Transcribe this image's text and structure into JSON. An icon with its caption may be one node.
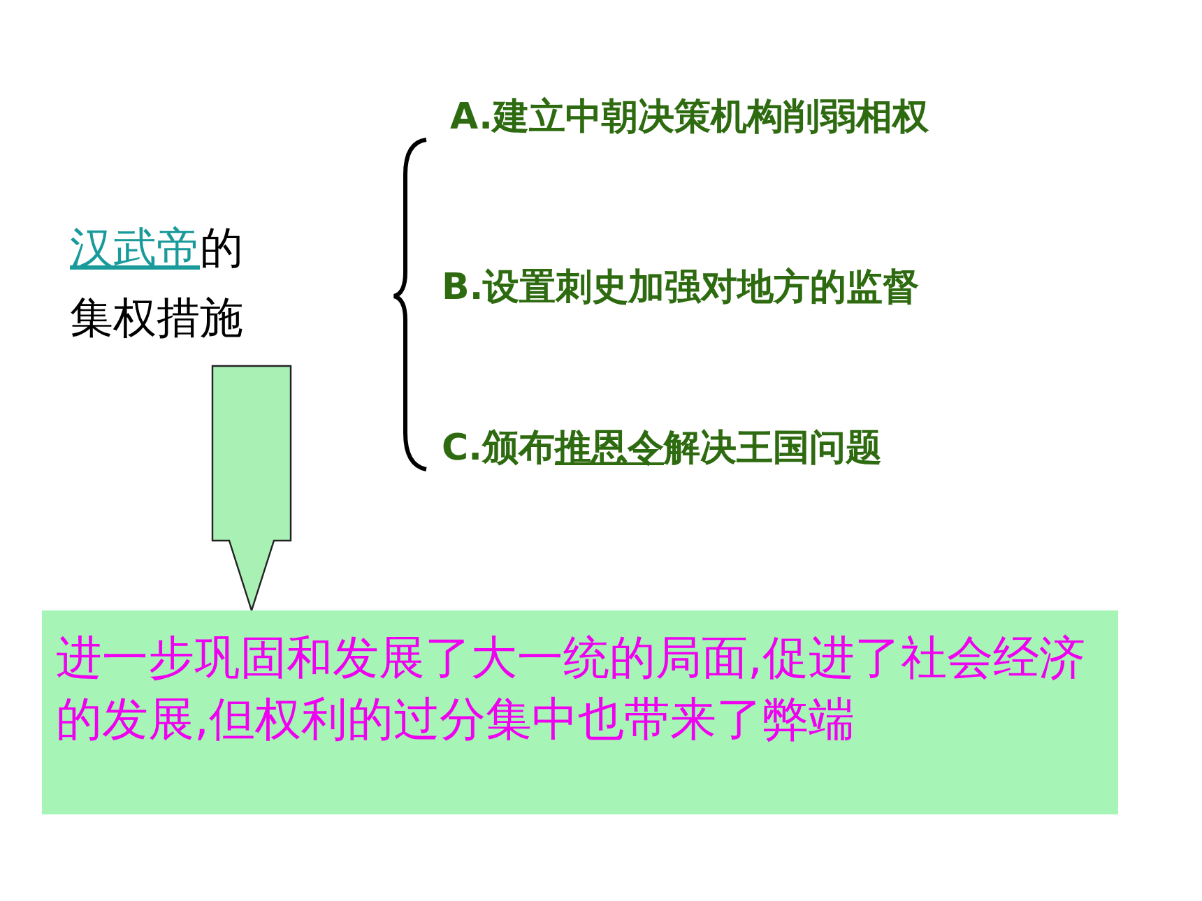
{
  "diagram": {
    "nodes": [
      {
        "text": [
          "**汉武帝**的集权措施"
        ]
      },
      {
        "text": [
          "A.建立中朝决策机构削弱相权"
        ]
      },
      {
        "text": [
          "B.设置刺史加强对地方的监督"
        ]
      },
      {
        "text": [
          "C.颁布**推恩令**解决王国问题"
        ]
      },
      {
        "text": [
          "进一步巩固和发展了大一统的局面,促进了社会经济的发展,但权利的过分集中也带来了弊端"
        ]
      }
    ],
    "edges": [
      {
        "from": 0,
        "to": 4,
        "arrow": "to",
        "style": "thick"
      }
    ]
  }
}
